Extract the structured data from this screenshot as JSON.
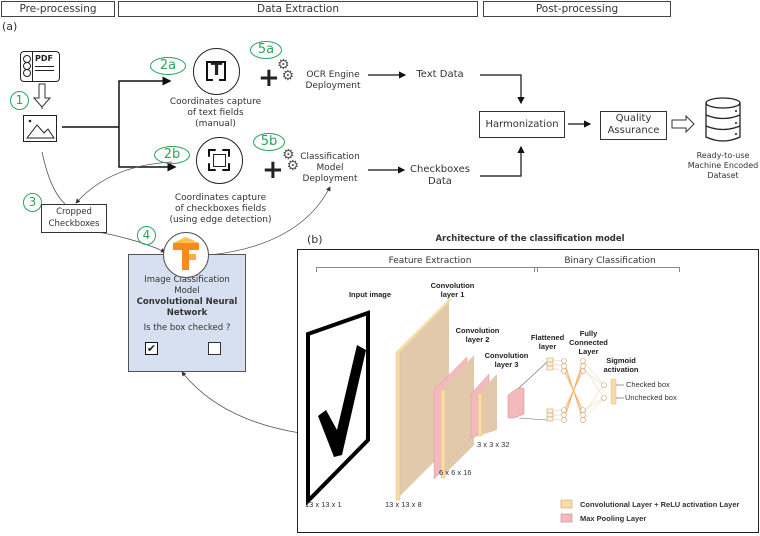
{
  "phases": [
    "Pre-processing",
    "Data Extraction",
    "Post-processing"
  ],
  "panel_a_label": "(a)",
  "panel_b_label": "(b)",
  "pdf_icon_text": "PDF",
  "steps": {
    "s1": "1",
    "s2a": "2a",
    "s2b": "2b",
    "s3": "3",
    "s4": "4",
    "s5a": "5a",
    "s5b": "5b"
  },
  "text_capture": {
    "icon_letter": "T",
    "caption": [
      "Coordinates capture",
      "of text fields",
      "(manual)"
    ]
  },
  "checkbox_capture": {
    "caption": [
      "Coordinates capture",
      "of checkboxes fields",
      "(using edge detection)"
    ]
  },
  "plus": "+",
  "ocr": [
    "OCR Engine",
    "Deployment"
  ],
  "classification_deploy": [
    "Classification",
    "Model",
    "Deployment"
  ],
  "text_data": "Text Data",
  "checkboxes_data": [
    "Checkboxes",
    "Data"
  ],
  "harmonization": "Harmonization",
  "quality": [
    "Quality",
    "Assurance"
  ],
  "dataset": [
    "Ready-to-use",
    "Machine Encoded",
    "Dataset"
  ],
  "cropped": [
    "Cropped",
    "Checkboxes"
  ],
  "model_box": {
    "line1": "Image Classification",
    "line2": "Model",
    "bold1": "Convolutional Neural",
    "bold2": "Network",
    "question": "Is the box checked ?",
    "checked_state": true,
    "unchecked_state": false
  },
  "arch": {
    "title": "Architecture of the classification model",
    "feature_extraction": "Feature Extraction",
    "binary_classification": "Binary Classification",
    "input_image": "Input image",
    "conv1": [
      "Convolution",
      "layer 1"
    ],
    "conv2": [
      "Convolution",
      "layer 2"
    ],
    "conv3": [
      "Convolution",
      "layer 3"
    ],
    "flattened": [
      "Flattened",
      "layer"
    ],
    "fully_connected": [
      "Fully",
      "Connected",
      "Layer"
    ],
    "sigmoid": [
      "Sigmoid",
      "activation"
    ],
    "outputs": [
      "Checked box",
      "Unchecked box"
    ],
    "dims": {
      "input": "13 x 13 x 1",
      "conv1": "13 x 13 x 8",
      "conv2": "6 x 6 x 16",
      "conv3": "3 x 3 x 32"
    },
    "legend": [
      {
        "label": "Convolutional Layer + ReLU activation Layer",
        "color": "#f7dca6"
      },
      {
        "label": "Max Pooling Layer",
        "color": "#f4b9bd"
      }
    ]
  },
  "colors": {
    "step_green": "#2aa55a",
    "model_box_bg": "#d6e0f0",
    "conv_face": "#e3c9ab",
    "conv_edge": "#f7dca6",
    "pool": "#f4b9bd",
    "tf_orange": "#f58a1f"
  }
}
